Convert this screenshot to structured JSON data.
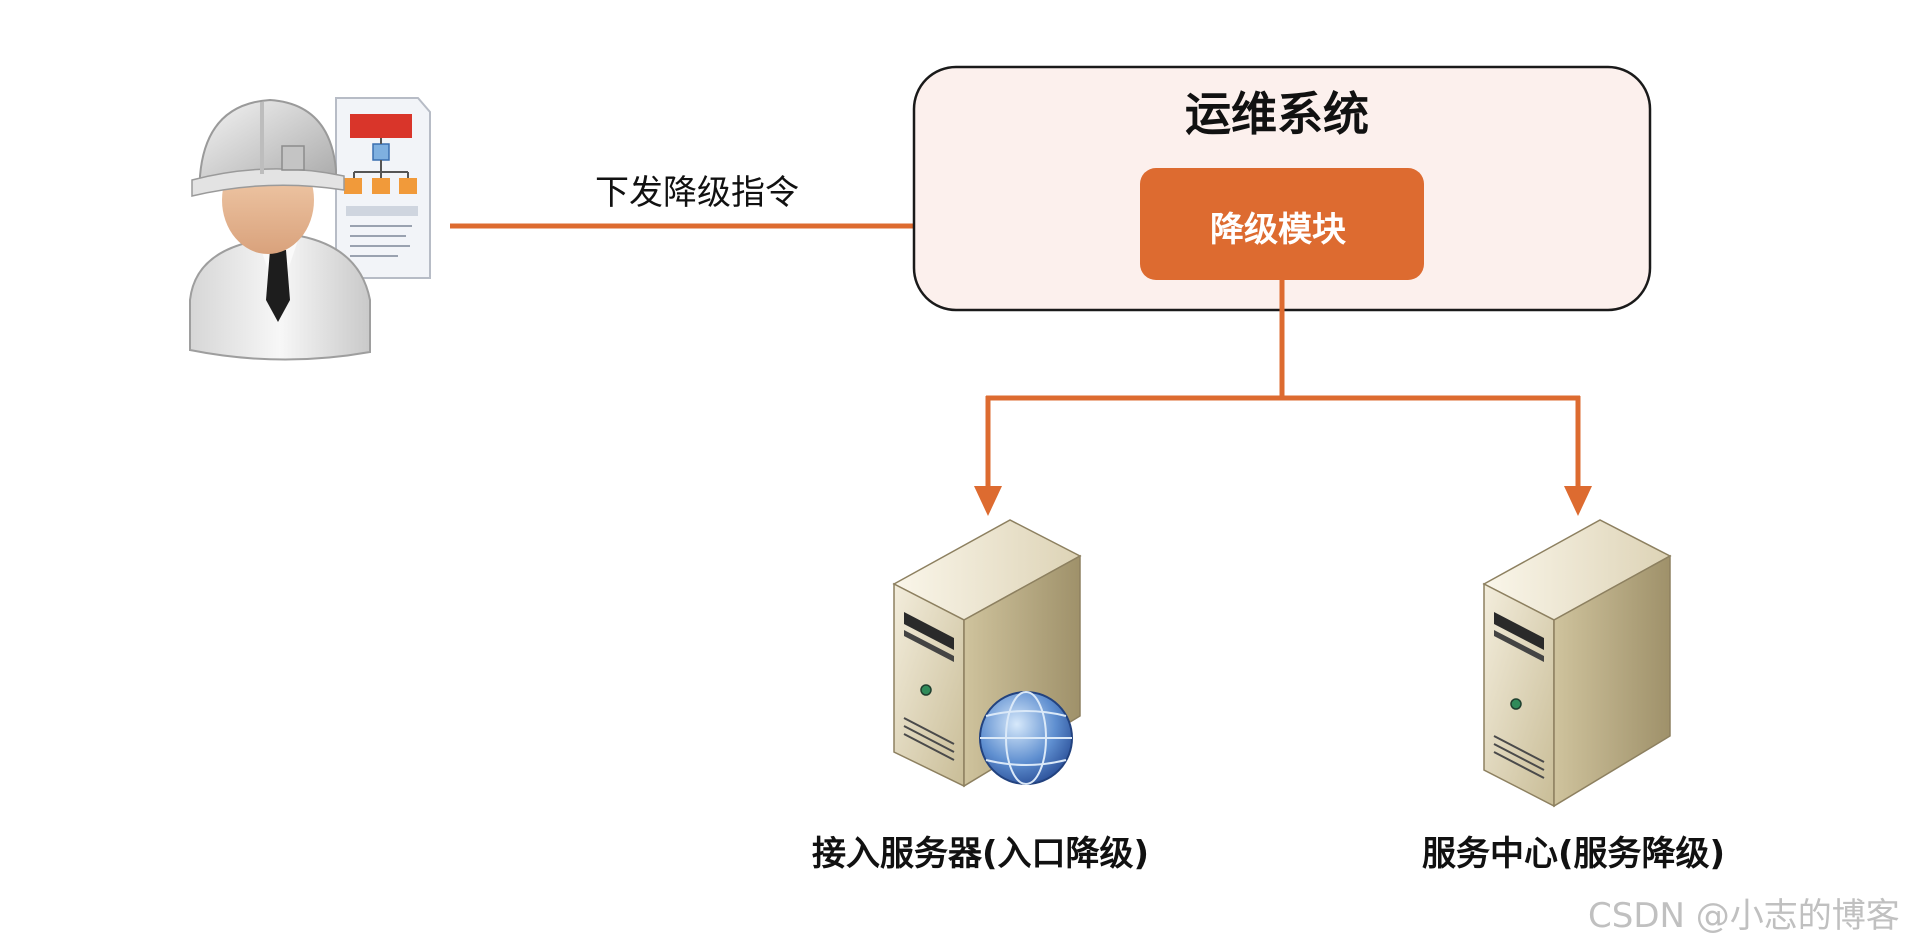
{
  "actor": {
    "icon": "engineer-with-document-icon"
  },
  "command": {
    "label": "下发降级指令"
  },
  "ops_system": {
    "title": "运维系统"
  },
  "degrade_module": {
    "label": "降级模块"
  },
  "servers": [
    {
      "label": "接入服务器(入口降级)",
      "icon": "web-server-icon"
    },
    {
      "label": "服务中心(服务降级)",
      "icon": "server-tower-icon"
    }
  ],
  "watermark": {
    "text": "CSDN @小志的博客"
  },
  "colors": {
    "accent": "#dd6b30",
    "system_fill": "#fcf0ed",
    "system_border": "#1a1a1a",
    "text": "#111111"
  }
}
